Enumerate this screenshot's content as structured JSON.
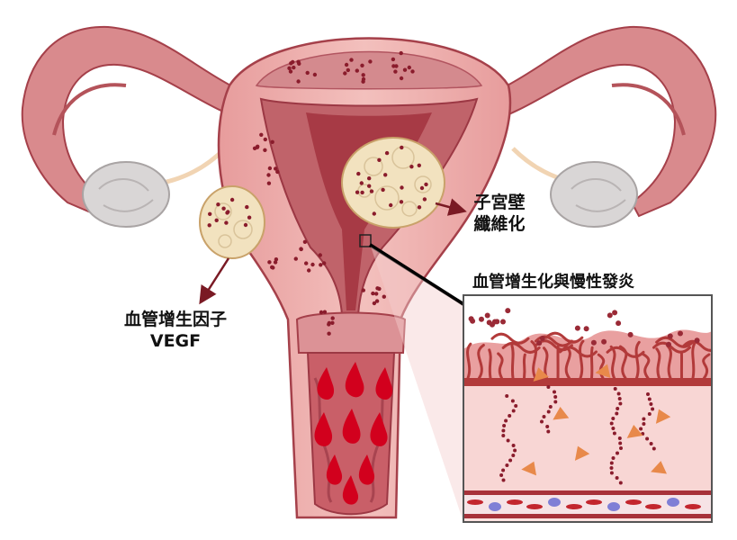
{
  "labels": {
    "fibrosis_line1": "子宮壁",
    "fibrosis_line2": "纖維化",
    "vegf_line1": "血管增生因子",
    "vegf_line2": "VEGF",
    "angiogenesis": "血管增生化與慢性發炎"
  },
  "colors": {
    "tissue": "#e8a4a2",
    "tissue_dark": "#b8484f",
    "cavity": "#c0636a",
    "lumen": "#a73a45",
    "ovary": "#d9d6d6",
    "lesion": "#f2e2bf",
    "dot": "#8a1c2c",
    "blood": "#d2001d",
    "vessel": "#b23a3a",
    "fibroblast": "#e8894a",
    "arrow": "#7a1a24"
  }
}
